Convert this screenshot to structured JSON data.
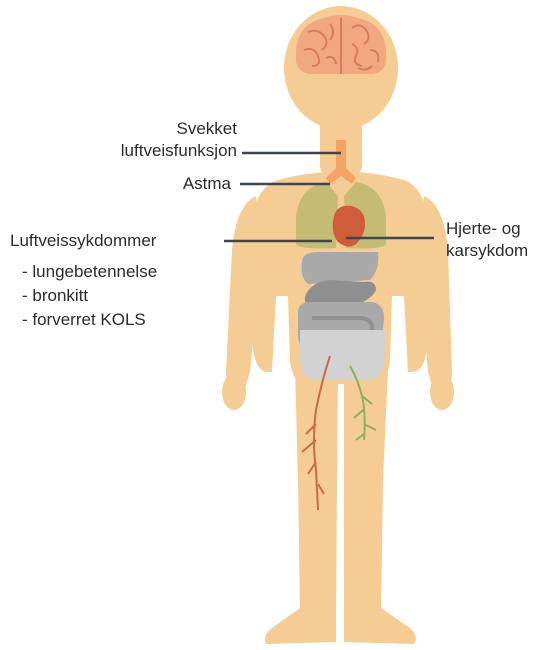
{
  "colors": {
    "skin": "#f5cd94",
    "brain": "#f0a782",
    "brain_lines": "#d97b5d",
    "trachea": "#f3a464",
    "lungs": "#c6bb73",
    "heart": "#cf5c3a",
    "organs": "#a9a9a9",
    "organs_dark": "#8f8f8f",
    "bladder": "#d2d2d2",
    "nerve": "#c86a4c",
    "vessel": "#8fae5b",
    "leader_line": "#3d4654",
    "text": "#2b2b2b"
  },
  "labels": {
    "svekket_line1": "Svekket",
    "svekket_line2": "luftveisfunksjon",
    "astma": "Astma",
    "luftveis": "Luftveissykdommer",
    "hjerte_line1": "Hjerte- og",
    "hjerte_line2": "karsykdom"
  },
  "luftveis_items": [
    "- lungebetennelse",
    "- bronkitt",
    "- forverret KOLS"
  ]
}
